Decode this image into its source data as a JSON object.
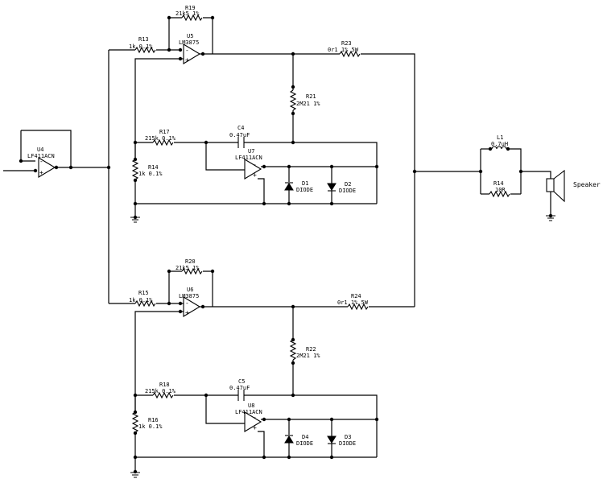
{
  "components": {
    "U4": {
      "ref": "U4",
      "value": "LF411ACN"
    },
    "U5": {
      "ref": "U5",
      "value": "LM3875"
    },
    "U6": {
      "ref": "U6",
      "value": "LM3875"
    },
    "U7": {
      "ref": "U7",
      "value": "LF411ACN"
    },
    "U8": {
      "ref": "U8",
      "value": "LF411ACN"
    },
    "R13": {
      "ref": "R13",
      "value": "1k 0.1%"
    },
    "R14": {
      "ref": "R14",
      "value": "1k 0.1%"
    },
    "R15": {
      "ref": "R15",
      "value": "1k 0.1%"
    },
    "R16": {
      "ref": "R16",
      "value": "1k 0.1%"
    },
    "R17": {
      "ref": "R17",
      "value": "215k 0.1%"
    },
    "R18": {
      "ref": "R18",
      "value": "215k 0.1%"
    },
    "R19": {
      "ref": "R19",
      "value": "21k5 1%"
    },
    "R20": {
      "ref": "R20",
      "value": "21k5 1%"
    },
    "R21": {
      "ref": "R21",
      "value": "2M21 1%"
    },
    "R22": {
      "ref": "R22",
      "value": "2M21 1%"
    },
    "R23": {
      "ref": "R23",
      "value": "0r1 1% 5W"
    },
    "R24": {
      "ref": "R24",
      "value": "0r1 1% 5W"
    },
    "R14b": {
      "ref": "R14",
      "value": "10R"
    },
    "C4": {
      "ref": "C4",
      "value": "0.47uF"
    },
    "C5": {
      "ref": "C5",
      "value": "0.47uF"
    },
    "L1": {
      "ref": "L1",
      "value": "0.7uH"
    },
    "D1": {
      "ref": "D1",
      "value": "DIODE"
    },
    "D2": {
      "ref": "D2",
      "value": "DIODE"
    },
    "D3": {
      "ref": "D3",
      "value": "DIODE"
    },
    "D4": {
      "ref": "D4",
      "value": "DIODE"
    },
    "SPK": {
      "label": "Speaker"
    }
  },
  "pin_labels": {
    "minus": "-",
    "plus": "+"
  }
}
